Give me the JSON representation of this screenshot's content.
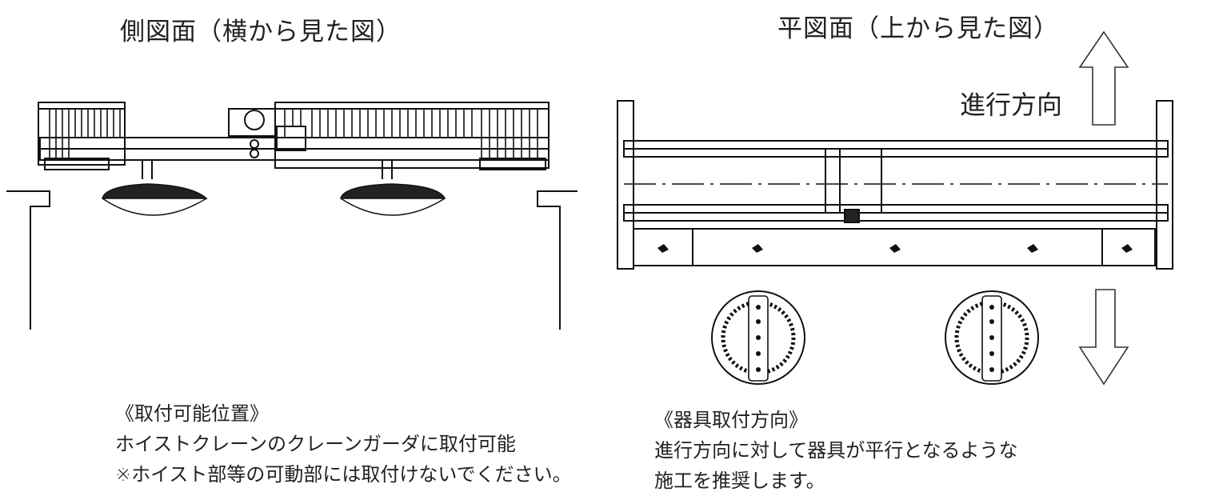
{
  "side_view": {
    "title": "側図面（横から見た図）"
  },
  "plan_view": {
    "title": "平図面（上から見た図）",
    "direction_label": "進行方向"
  },
  "left_notes": {
    "heading": "《取付可能位置》",
    "line1": "ホイストクレーンのクレーンガーダに取付可能",
    "line2": "※ホイスト部等の可動部には取付けないでください。"
  },
  "right_notes": {
    "heading": "《器具取付方向》",
    "line1": "進行方向に対して器具が平行となるような",
    "line2": "施工を推奨します。"
  }
}
